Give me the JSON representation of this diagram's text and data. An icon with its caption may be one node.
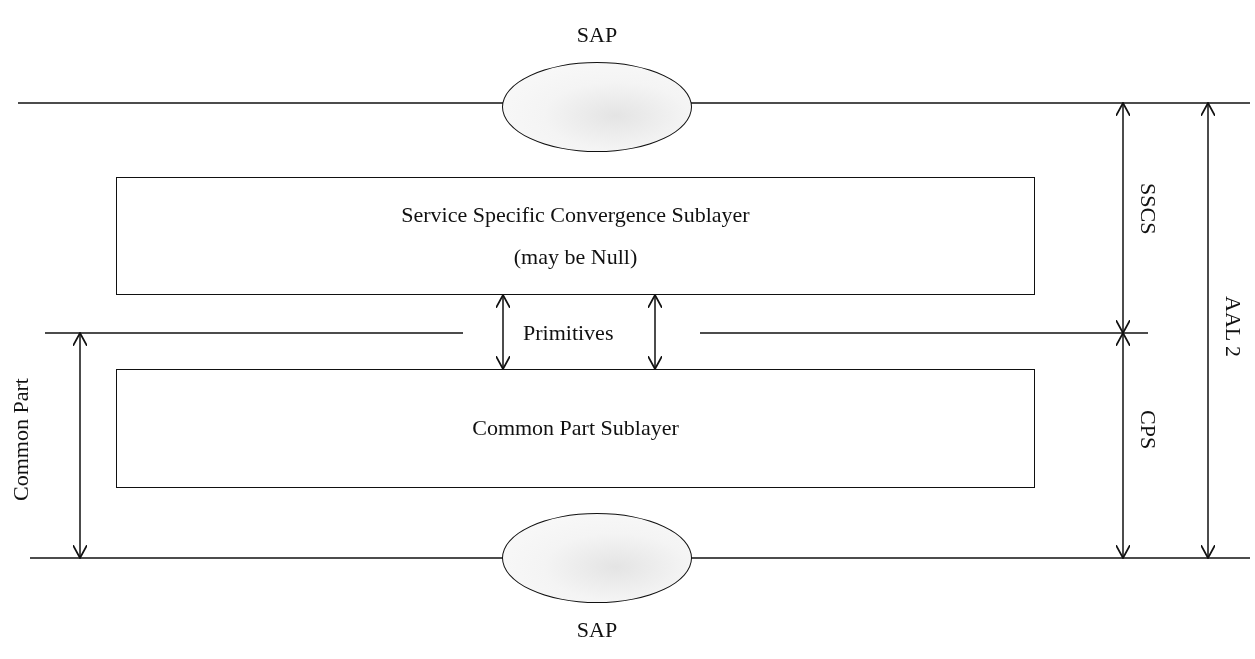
{
  "diagram": {
    "nodes": [
      {
        "text": [
          "SAP"
        ]
      },
      {
        "text": [
          "Service Specific Convergence Sublayer",
          "(may be Null)"
        ]
      },
      {
        "text": [
          "Common Part Sublayer"
        ]
      },
      {
        "text": [
          "SAP"
        ]
      }
    ],
    "edges": [
      {
        "from": 1,
        "to": 2,
        "arrow": "both"
      },
      {
        "from": 1,
        "to": 2,
        "arrow": "both"
      }
    ],
    "labels": [
      "SSCS",
      "AAL 2",
      "Primitives",
      "Common Part",
      "CPS"
    ]
  }
}
